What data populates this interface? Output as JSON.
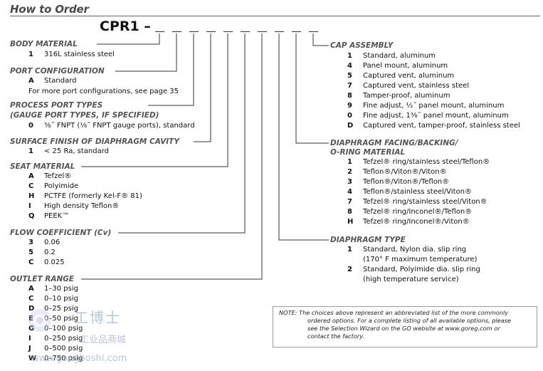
{
  "title": "How to Order",
  "model_code": "CPR1 –",
  "left_sections": [
    {
      "key": "body",
      "heading": "BODY MATERIAL",
      "options": [
        {
          "code": "1",
          "text": "316L stainless steel"
        }
      ]
    },
    {
      "key": "port",
      "heading": "PORT CONFIGURATION",
      "options": [
        {
          "code": "A",
          "text": "Standard"
        }
      ],
      "note": "For more port configurations, see page 35"
    },
    {
      "key": "process",
      "heading": "PROCESS PORT TYPES",
      "heading2": "(GAUGE PORT TYPES, IF SPECIFIED)",
      "options": [
        {
          "code": "0",
          "text": "⅜˝ FNPT (⅛˝ FNPT gauge ports), standard"
        }
      ]
    },
    {
      "key": "surface",
      "heading": "SURFACE FINISH OF DIAPHRAGM CAVITY",
      "options": [
        {
          "code": "1",
          "text": "< 25 Ra, standard"
        }
      ]
    },
    {
      "key": "seat",
      "heading": "SEAT MATERIAL",
      "options": [
        {
          "code": "A",
          "text": "Tefzel®"
        },
        {
          "code": "C",
          "text": "Polyimide"
        },
        {
          "code": "H",
          "text": "PCTFE (formerly Kel-F® 81)"
        },
        {
          "code": "I",
          "text": "High density Teflon®"
        },
        {
          "code": "Q",
          "text": "PEEK™"
        }
      ]
    },
    {
      "key": "flow",
      "heading": "FLOW COEFFICIENT (Cv)",
      "options": [
        {
          "code": "3",
          "text": "0.06"
        },
        {
          "code": "5",
          "text": "0.2"
        },
        {
          "code": "C",
          "text": "0.025"
        }
      ]
    },
    {
      "key": "outlet",
      "heading": "OUTLET RANGE",
      "options": [
        {
          "code": "A",
          "text": "1–30 psig"
        },
        {
          "code": "C",
          "text": "0–10 psig"
        },
        {
          "code": "D",
          "text": "0–25 psig"
        },
        {
          "code": "E",
          "text": "0–50 psig"
        },
        {
          "code": "G",
          "text": "0–100 psig"
        },
        {
          "code": "I",
          "text": "0–250 psig"
        },
        {
          "code": "J",
          "text": "0–500 psig"
        },
        {
          "code": "W",
          "text": "0–750 psig"
        }
      ]
    }
  ],
  "right_sections": [
    {
      "key": "cap",
      "heading": "CAP ASSEMBLY",
      "options": [
        {
          "code": "1",
          "text": "Standard, aluminum"
        },
        {
          "code": "4",
          "text": "Panel mount, aluminum"
        },
        {
          "code": "5",
          "text": "Captured vent, aluminum"
        },
        {
          "code": "7",
          "text": "Captured vent, stainless steel"
        },
        {
          "code": "8",
          "text": "Tamper-proof, aluminum"
        },
        {
          "code": "9",
          "text": "Fine adjust, ½˝ panel mount, aluminum"
        },
        {
          "code": "0",
          "text": "Fine adjust, 1⅜˝ panel mount, aluminum"
        },
        {
          "code": "D",
          "text": "Captured vent, tamper-proof, stainless steel"
        }
      ]
    },
    {
      "key": "facing",
      "heading": "DIAPHRAGM FACING/BACKING/",
      "heading2": "O-RING MATERIAL",
      "options": [
        {
          "code": "1",
          "text": "Tefzel® ring/stainless steel/Teflon®"
        },
        {
          "code": "2",
          "text": "Teflon®/Viton®/Viton®"
        },
        {
          "code": "3",
          "text": "Teflon®/Viton®/Teflon®"
        },
        {
          "code": "4",
          "text": "Teflon®/stainless steel/Viton®"
        },
        {
          "code": "7",
          "text": "Tefzel® ring/stainless steel/Viton®"
        },
        {
          "code": "8",
          "text": "Tefzel® ring/Inconel®/Teflon®"
        },
        {
          "code": "H",
          "text": "Tefzel® ring/Inconel®/Viton®"
        }
      ]
    },
    {
      "key": "diaphragm",
      "heading": "DIAPHRAGM TYPE",
      "options": [
        {
          "code": "1",
          "text": "Standard, Nylon dia. slip ring",
          "sub": "(170° F maximum temperature)"
        },
        {
          "code": "2",
          "text": "Standard, Polyimide dia. slip ring",
          "sub": "(high temperature service)"
        }
      ]
    }
  ],
  "note": {
    "line1": "NOTE: The choices above represent an abbreviated list of the more commonly",
    "line2": "ordered options. For a complete listing of all available options, please",
    "line3": "see the Selection Wizard on the GO website at www.goreg.com or",
    "line4": "contact  the factory."
  },
  "watermark": {
    "cn1": "工博士",
    "cn2": "工业品商城",
    "url": "www.gongboshi.com"
  }
}
